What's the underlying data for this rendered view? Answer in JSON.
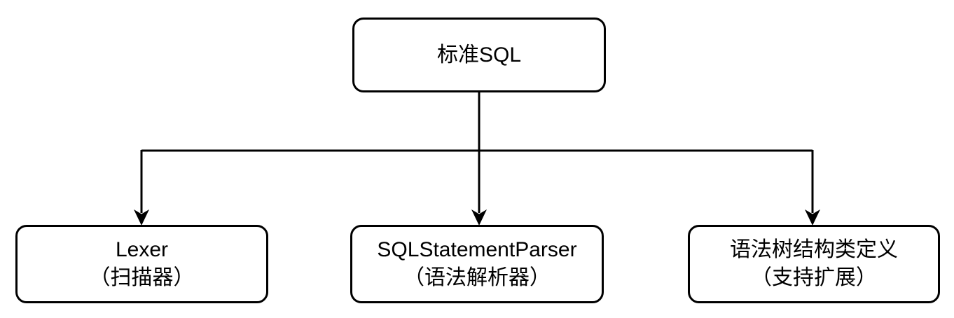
{
  "diagram": {
    "background_color": "#ffffff",
    "stroke_color": "#000000",
    "node_fill_color": "#ffffff",
    "text_color": "#000000",
    "nodes": {
      "root": {
        "label": "标准SQL"
      },
      "lexer": {
        "title": "Lexer",
        "subtitle": "（扫描器）"
      },
      "parser": {
        "title": "SQLStatementParser",
        "subtitle": "（语法解析器）"
      },
      "ast": {
        "title": "语法树结构类定义",
        "subtitle": "（支持扩展）"
      }
    },
    "edges": [
      {
        "from": "标准SQL",
        "to": "Lexer（扫描器）",
        "arrow": "down"
      },
      {
        "from": "标准SQL",
        "to": "SQLStatementParser（语法解析器）",
        "arrow": "down"
      },
      {
        "from": "标准SQL",
        "to": "语法树结构类定义（支持扩展）",
        "arrow": "down"
      }
    ]
  }
}
